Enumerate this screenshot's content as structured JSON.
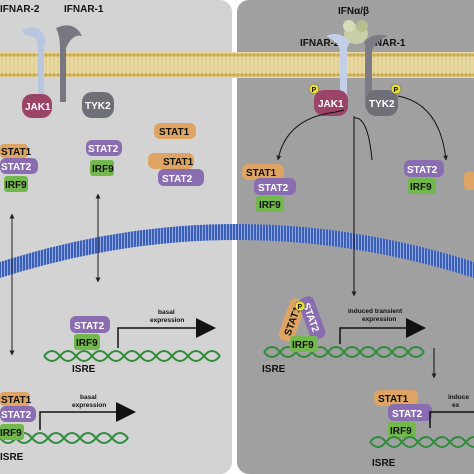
{
  "ligand": "IFNα/β",
  "receptors": {
    "r2": "IFNAR-2",
    "r1": "IFNAR-1"
  },
  "kinases": {
    "jak": "JAK1",
    "tyk": "TYK2"
  },
  "phospho": "P",
  "proteins": {
    "stat1": "STAT1",
    "stat2": "STAT2",
    "irf9": "IRF9"
  },
  "isre": "ISRE",
  "left_panel": {
    "basal_label_line1": "basal",
    "basal_label_line2": "expression"
  },
  "right_panel": {
    "induced_transient_line1": "induced transient",
    "induced_transient_line2": "expression",
    "induced_partial_line1": "induce",
    "induced_partial_line2": "ex"
  },
  "colors": {
    "panel_left": "#d2d2d2",
    "panel_right": "#9f9f9f",
    "stat1": "#dda463",
    "stat2": "#8a6cb0",
    "irf9": "#73b84d",
    "jak1": "#9b4468",
    "tyk2": "#6f6f77",
    "ifnar2": "#c2cfe6",
    "ifnar1": "#7c7c84",
    "ligand": "#c9cfa6",
    "nuclear_envelope": "#4b6fc3",
    "membrane": "#d6c487",
    "dna": "#2f8c3c"
  }
}
